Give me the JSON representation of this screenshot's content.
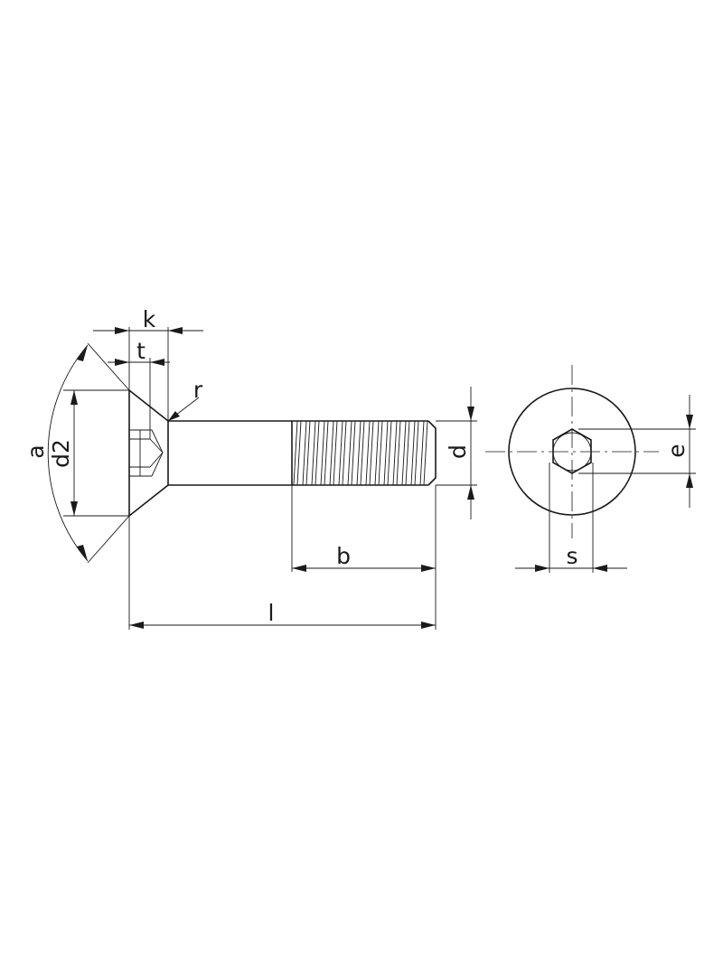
{
  "labels": {
    "a": "a",
    "d2": "d2",
    "k": "k",
    "t": "t",
    "r": "r",
    "d": "d",
    "b": "b",
    "l": "l",
    "e": "e",
    "s": "s"
  }
}
